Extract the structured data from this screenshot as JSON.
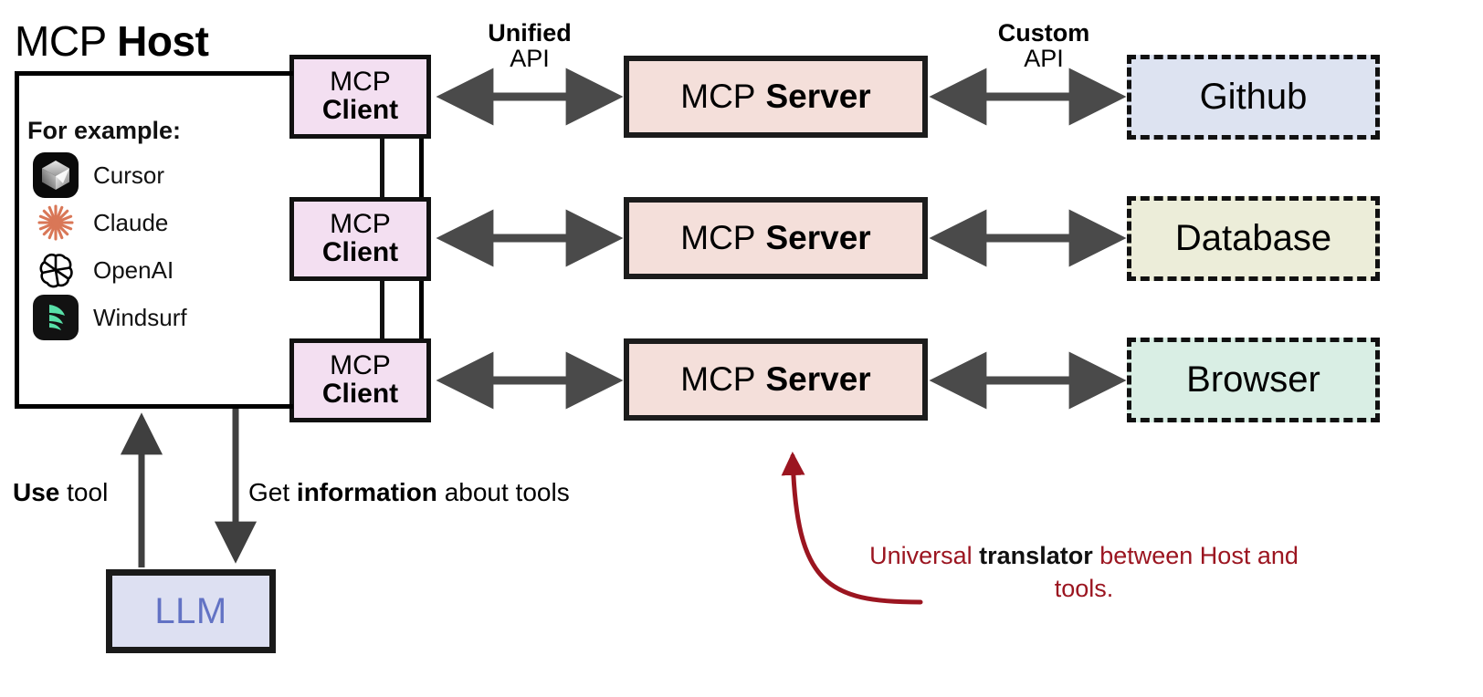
{
  "host": {
    "title_light": "MCP ",
    "title_bold": "Host",
    "for_example_label": "For example:",
    "examples": [
      {
        "icon": "cursor-icon",
        "label": "Cursor"
      },
      {
        "icon": "claude-icon",
        "label": "Claude"
      },
      {
        "icon": "openai-icon",
        "label": "OpenAI"
      },
      {
        "icon": "windsurf-icon",
        "label": "Windsurf"
      }
    ]
  },
  "clients": [
    {
      "line1": "MCP",
      "line2": "Client"
    },
    {
      "line1": "MCP",
      "line2": "Client"
    },
    {
      "line1": "MCP",
      "line2": "Client"
    }
  ],
  "servers": [
    {
      "line1": "MCP",
      "line2": "Server"
    },
    {
      "line1": "MCP",
      "line2": "Server"
    },
    {
      "line1": "MCP",
      "line2": "Server"
    }
  ],
  "tools": [
    {
      "label": "Github",
      "color": "#dde3f1"
    },
    {
      "label": "Database",
      "color": "#ecedd9"
    },
    {
      "label": "Browser",
      "color": "#d9eee4"
    }
  ],
  "captions": {
    "unified_api_top": "Unified",
    "unified_api_bottom": "API",
    "custom_api_top": "Custom",
    "custom_api_bottom": "API",
    "use_tool_bold": "Use",
    "use_tool_rest": " tool",
    "get_info_pre": "Get ",
    "get_info_bold": "information",
    "get_info_post": " about tools"
  },
  "llm": {
    "label": "LLM"
  },
  "annotation": {
    "pre": "Universal ",
    "bold": "translator",
    "post": " between Host and tools.",
    "color": "#9b1520"
  },
  "colors": {
    "client_fill": "#f3dff1",
    "server_fill": "#f4dfda",
    "llm_fill": "#dde0f2",
    "llm_text": "#6272c4",
    "arrow_gray": "#4a4a4a",
    "outline": "#111111",
    "claude_orange": "#d97757",
    "windsurf_green": "#58e0a8"
  }
}
